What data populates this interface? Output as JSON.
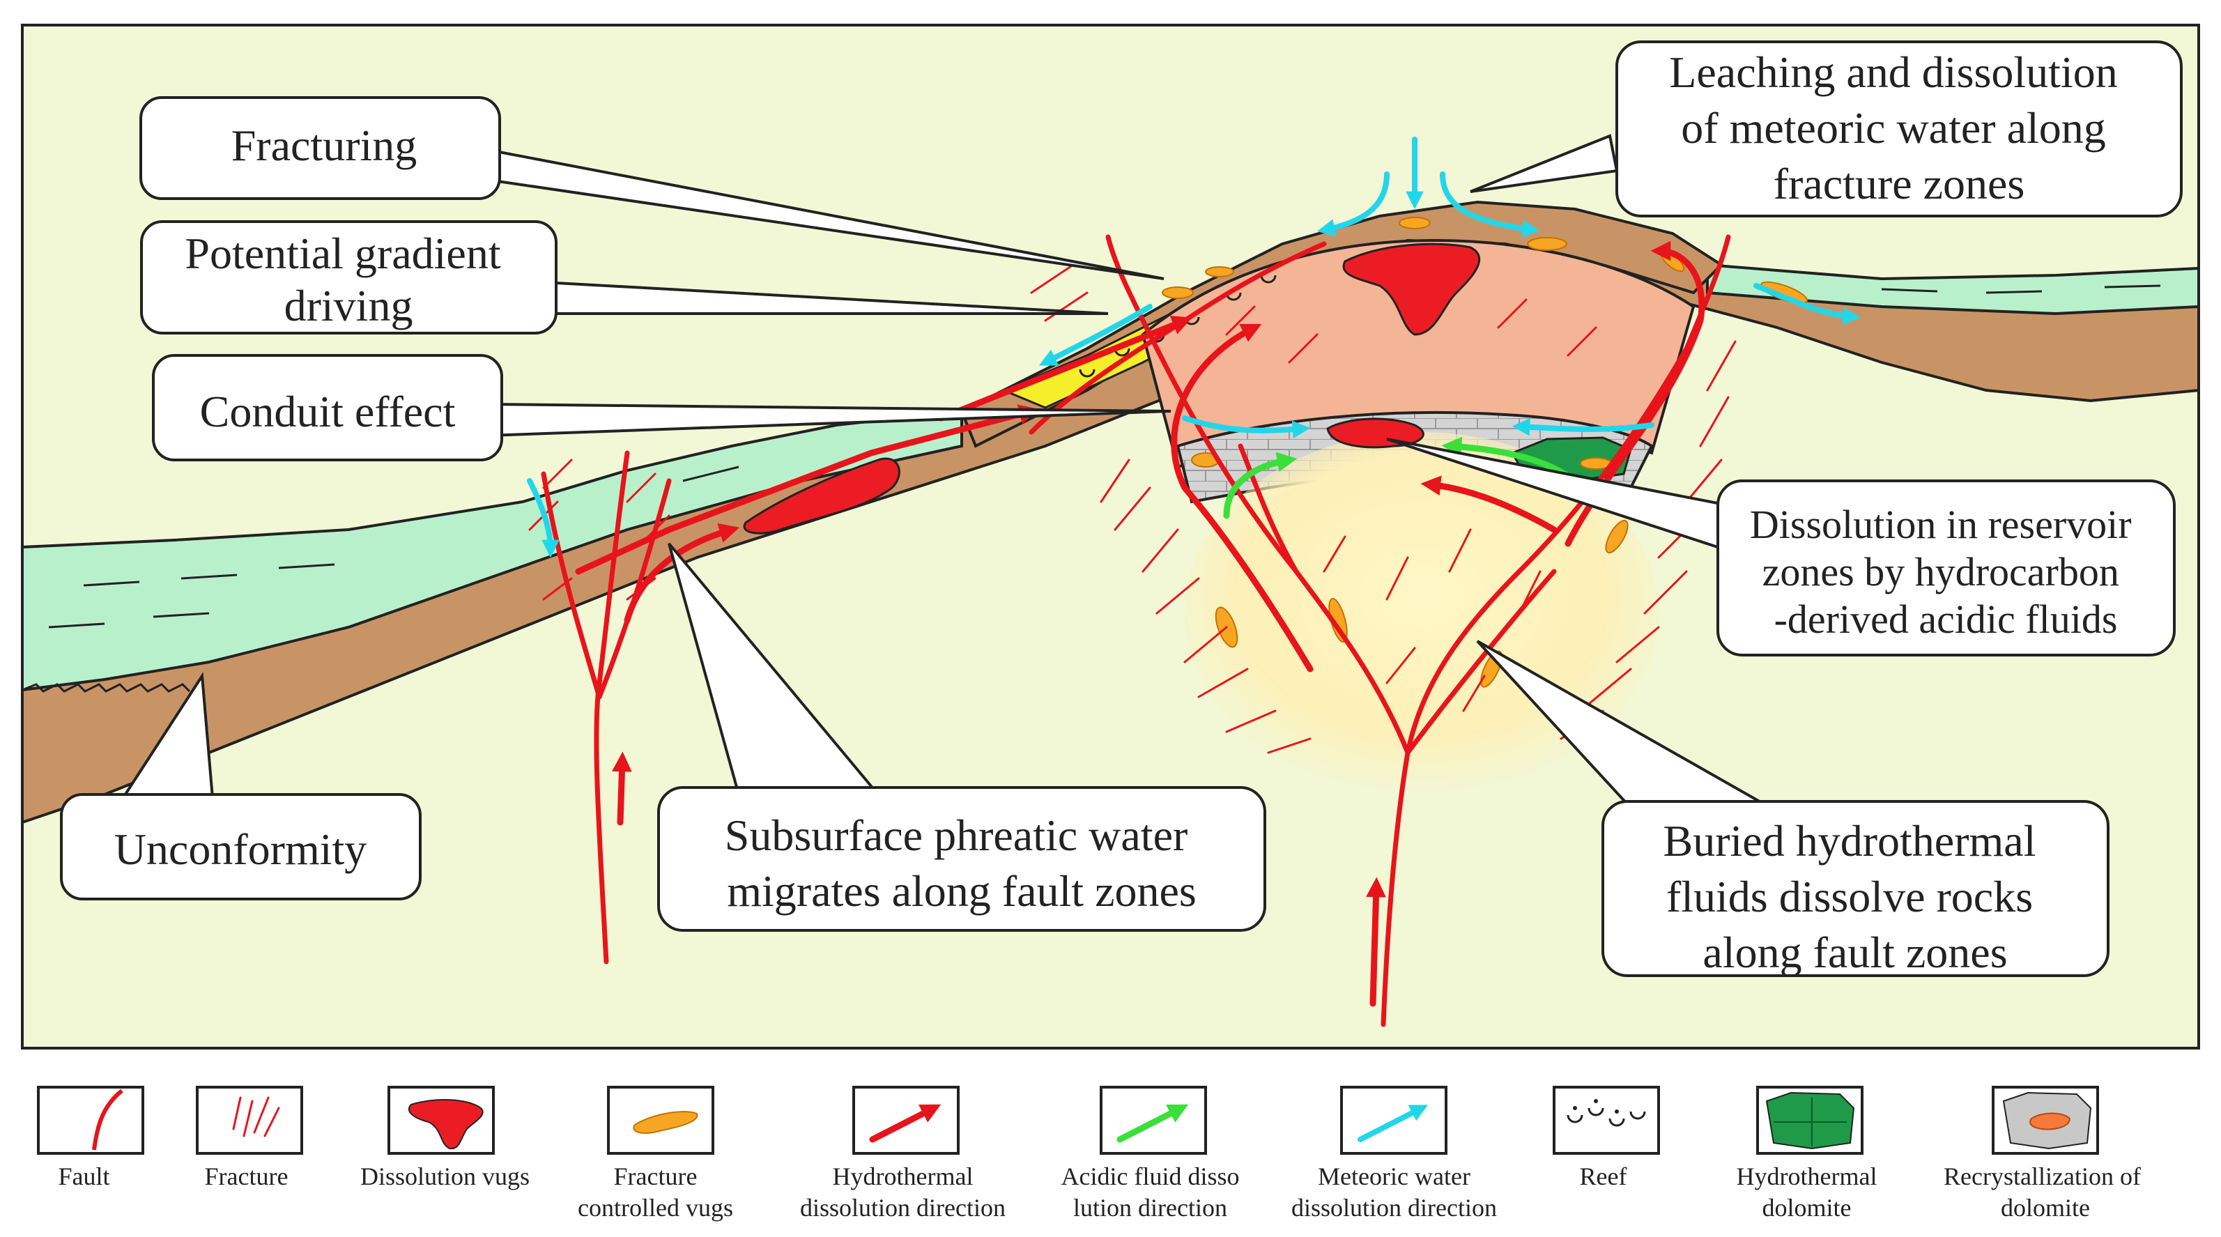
{
  "callouts": {
    "leaching": [
      "Leaching and dissolution",
      "of meteoric water along",
      "fracture zones"
    ],
    "fracturing": [
      "Fracturing"
    ],
    "potential_gradient": [
      "Potential gradient",
      "driving"
    ],
    "conduit": [
      "Conduit effect"
    ],
    "dissolution_reservoir": [
      "Dissolution in reservoir",
      "zones by hydrocarbon",
      "-derived acidic fluids"
    ],
    "unconformity": [
      "Unconformity"
    ],
    "phreatic": [
      "Subsurface phreatic water",
      "migrates along fault zones"
    ],
    "hydrothermal": [
      "Buried hydrothermal",
      "fluids dissolve rocks",
      "along fault zones"
    ]
  },
  "legend": [
    {
      "id": "fault",
      "lines": [
        "Fault"
      ]
    },
    {
      "id": "fracture",
      "lines": [
        "Fracture"
      ]
    },
    {
      "id": "dissolution-vugs",
      "lines": [
        "Dissolution vugs"
      ]
    },
    {
      "id": "fracture-controlled-vugs",
      "lines": [
        "Fracture",
        "controlled vugs"
      ]
    },
    {
      "id": "hydrothermal-direction",
      "lines": [
        "Hydrothermal",
        "dissolution direction"
      ]
    },
    {
      "id": "acidic-direction",
      "lines": [
        "Acidic fluid disso",
        "lution direction"
      ]
    },
    {
      "id": "meteoric-direction",
      "lines": [
        "Meteoric water",
        "dissolution direction"
      ]
    },
    {
      "id": "reef",
      "lines": [
        "Reef"
      ]
    },
    {
      "id": "hydrothermal-dolomite",
      "lines": [
        "Hydrothermal",
        "dolomite"
      ]
    },
    {
      "id": "recrystallization",
      "lines": [
        "Recrystallization of",
        "dolomite"
      ]
    }
  ],
  "colors": {
    "background": "#f2f7d5",
    "brown": "#c99465",
    "green_water": "#b9f0cc",
    "pink_core": "#f3b596",
    "yellow_glow": "#fdf2b8",
    "reef_yellow": "#f4ef2a",
    "fault_red": "#e8141b",
    "vug_red": "#ec1c24",
    "vug_orange": "#f6a623",
    "meteoric_cyan": "#22d6ea",
    "acidic_green": "#3adf3a",
    "dolomite_green": "#1f9a48",
    "gray": "#c8c8c8"
  }
}
